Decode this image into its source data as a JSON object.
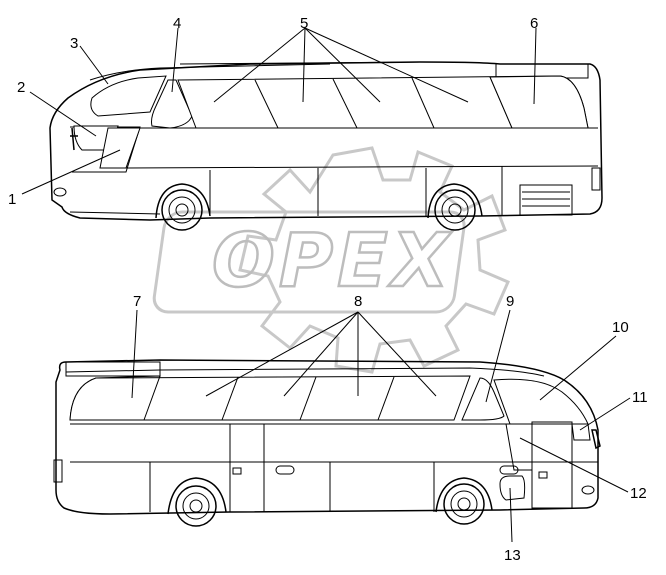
{
  "watermark": {
    "text": "OPEX"
  },
  "callouts": {
    "c1": "1",
    "c2": "2",
    "c3": "3",
    "c4": "4",
    "c5": "5",
    "c6": "6",
    "c7": "7",
    "c8": "8",
    "c9": "9",
    "c10": "10",
    "c11": "11",
    "c12": "12",
    "c13": "13"
  },
  "colors": {
    "line": "#000000",
    "watermark": "#bdbdbd",
    "background": "#ffffff"
  }
}
